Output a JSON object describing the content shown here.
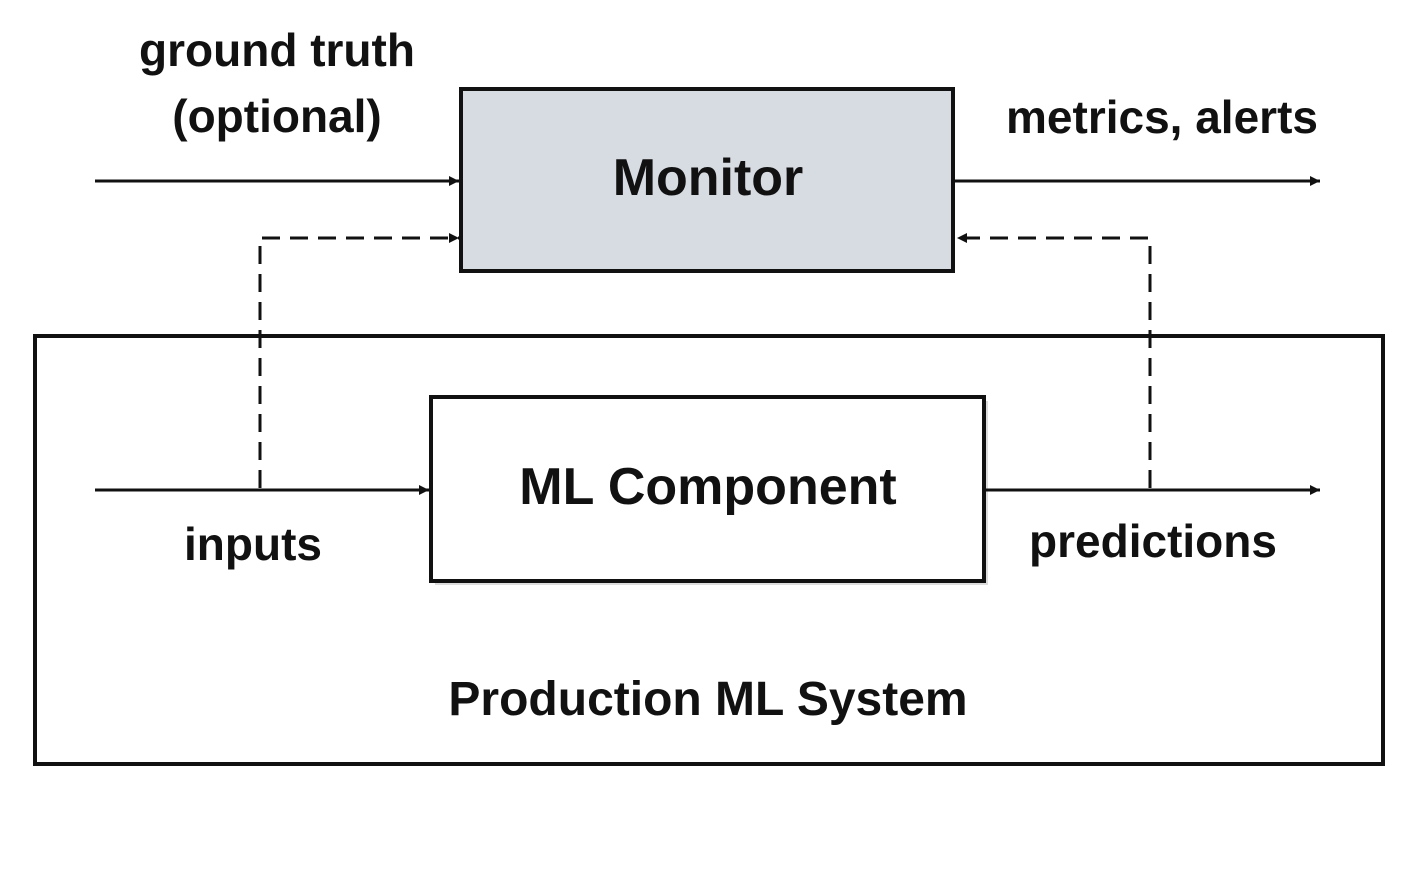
{
  "nodes": {
    "monitor": {
      "label": "Monitor",
      "fill": "#d7dbe2"
    },
    "ml_component": {
      "label": "ML Component",
      "fill": "#ffffff"
    },
    "production_system": {
      "label": "Production ML System"
    }
  },
  "edge_labels": {
    "ground_truth_line1": "ground truth",
    "ground_truth_line2": "(optional)",
    "metrics_alerts": "metrics, alerts",
    "inputs": "inputs",
    "predictions": "predictions"
  },
  "colors": {
    "stroke": "#111111",
    "monitor_fill": "#d7dbe2"
  }
}
